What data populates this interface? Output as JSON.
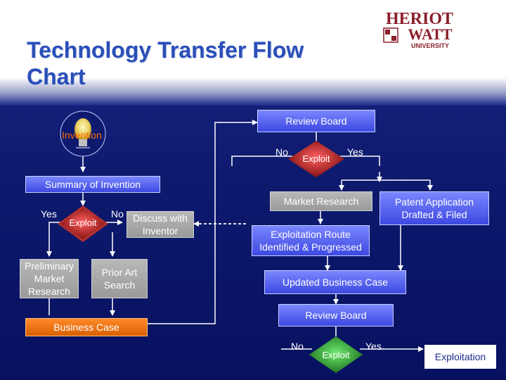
{
  "title": "Technology Transfer Flow Chart",
  "logo": {
    "line1": "HERIOT",
    "line2": "WATT",
    "line3": "UNIVERSITY"
  },
  "nodes": {
    "invention": "Invention",
    "summary": "Summary of Invention",
    "yes_left": "Yes",
    "exploit_left": "Exploit",
    "no_left": "No",
    "discuss": "Discuss with Inventor",
    "preliminary": "Preliminary Market Research",
    "prior_art": "Prior Art Search",
    "business_case": "Business Case",
    "review_board_top": "Review Board",
    "no_top": "No",
    "exploit_top": "Exploit",
    "yes_top": "Yes",
    "market_research": "Market Research",
    "patent": "Patent Application Drafted & Filed",
    "exploitation_route": "Exploitation Route Identified & Progressed",
    "updated_business_case": "Updated Business Case",
    "review_board_bottom": "Review Board",
    "no_bottom": "No",
    "exploit_bottom": "Exploit",
    "yes_bottom": "Yes",
    "exploitation": "Exploitation"
  },
  "colors": {
    "background": "#0d1a6e",
    "title": "#2a4fb8",
    "blue_box": "#4f5bf0",
    "grey_box": "#a8a8a8",
    "orange_box": "#f07000",
    "logo": "#8a1f2a"
  }
}
